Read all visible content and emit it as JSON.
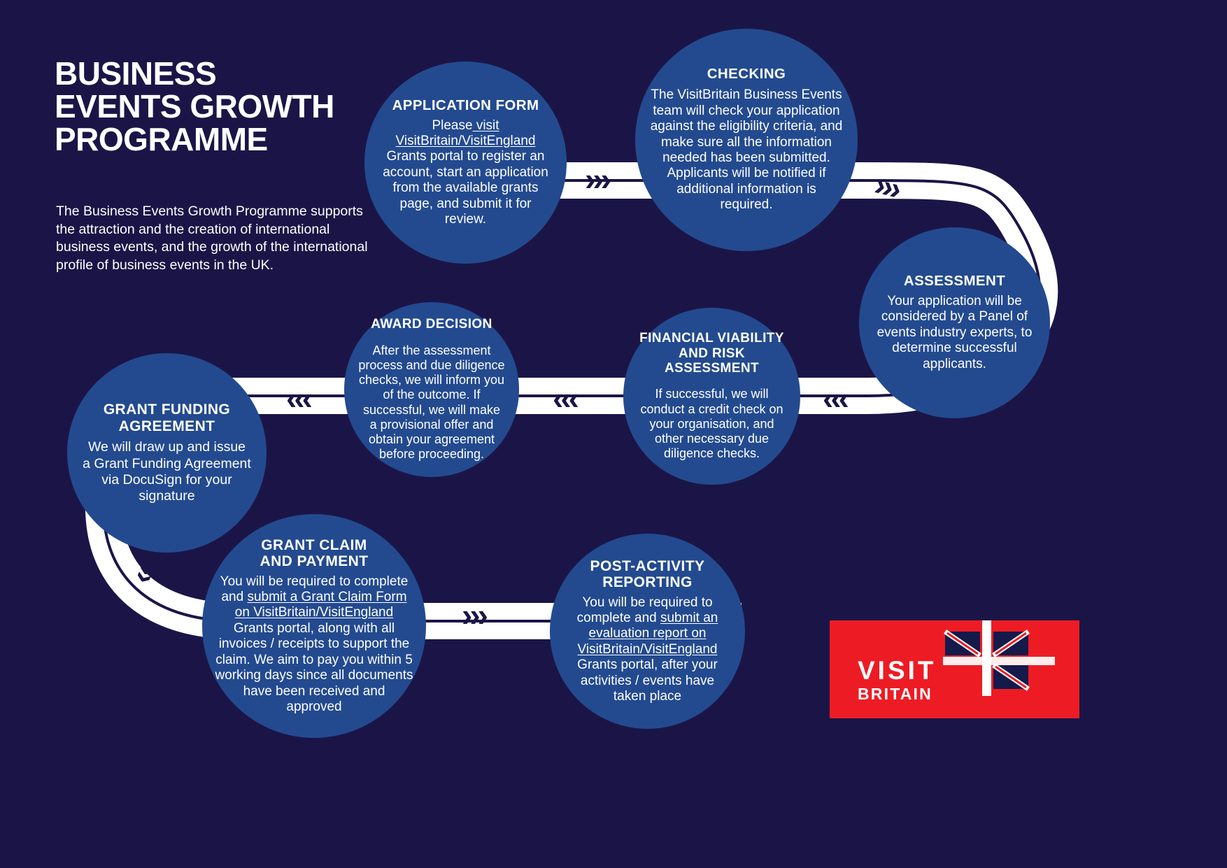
{
  "theme": {
    "background": "#1b1547",
    "circle_fill": "#234a8f",
    "path_fill": "#ffffff",
    "path_stroke": "#1b1547",
    "logo_red": "#ed1c24",
    "text": "#ffffff"
  },
  "header": {
    "title_line1": "BUSINESS",
    "title_line2": "EVENTS GROWTH",
    "title_line3": "PROGRAMME",
    "intro": "The Business Events Growth Programme supports the attraction and the creation of international business events, and the growth of the international profile of business events in the UK."
  },
  "steps": [
    {
      "id": "application-form",
      "heading": "APPLICATION FORM",
      "body_pre": "Please",
      "body_link": " visit VisitBritain/VisitEngland",
      "body_post": " Grants portal to register an account, start an application from the available grants page, and submit it for review."
    },
    {
      "id": "checking",
      "heading": "CHECKING",
      "body": "The VisitBritain Business Events team will check your application against the eligibility criteria, and make sure all the information needed has been submitted. Applicants will be notified if additional information is required."
    },
    {
      "id": "assessment",
      "heading": "ASSESSMENT",
      "body": "Your application will be considered by a Panel of events industry experts, to determine successful applicants."
    },
    {
      "id": "financial-viability-and-risk-assessment",
      "heading_line1": "FINANCIAL VIABILITY",
      "heading_line2": "AND RISK",
      "heading_line3": "ASSESSMENT",
      "body": "If successful, we will conduct a credit check on your organisation, and other necessary due diligence checks."
    },
    {
      "id": "award-decision",
      "heading": "AWARD DECISION",
      "body": "After the assessment process and due diligence checks, we will inform you of the outcome. If successful, we will make a provisional offer and obtain your agreement before proceeding."
    },
    {
      "id": "grant-funding-agreement",
      "heading_line1": "GRANT FUNDING",
      "heading_line2": "AGREEMENT",
      "body": "We will draw up and issue a Grant Funding Agreement via DocuSign for your signature"
    },
    {
      "id": "grant-claim-and-payment",
      "heading_line1": "GRANT CLAIM",
      "heading_line2": "AND PAYMENT",
      "body_pre": "You will be required to complete and ",
      "body_link": "submit a Grant Claim Form on VisitBritain/VisitEngland ",
      "body_post": "Grants portal, along with all invoices / receipts to support the claim. We aim to pay you within 5 working days since all documents have been received and approved"
    },
    {
      "id": "post-activity-reporting",
      "heading_line1": "POST-ACTIVITY",
      "heading_line2": "REPORTING",
      "body_pre": "You will be required to complete and ",
      "body_link": "submit an evaluation report on VisitBritain/VisitEngland",
      "body_post": " Grants portal, after your activities / events have taken place"
    }
  ],
  "arrows": [
    {
      "id": "arrow-1",
      "glyph": "›››",
      "direction": "right"
    },
    {
      "id": "arrow-2",
      "glyph": "›››",
      "direction": "right"
    },
    {
      "id": "arrow-3",
      "glyph": "‹‹‹",
      "direction": "left"
    },
    {
      "id": "arrow-4",
      "glyph": "‹‹‹",
      "direction": "left"
    },
    {
      "id": "arrow-5",
      "glyph": "‹‹‹",
      "direction": "left"
    },
    {
      "id": "arrow-6",
      "glyph": "‹‹‹",
      "direction": "down"
    },
    {
      "id": "arrow-7",
      "glyph": "›››",
      "direction": "right"
    }
  ],
  "logo": {
    "line1": "VISIT",
    "line2": "BRITAIN",
    "flag": "union-jack"
  }
}
